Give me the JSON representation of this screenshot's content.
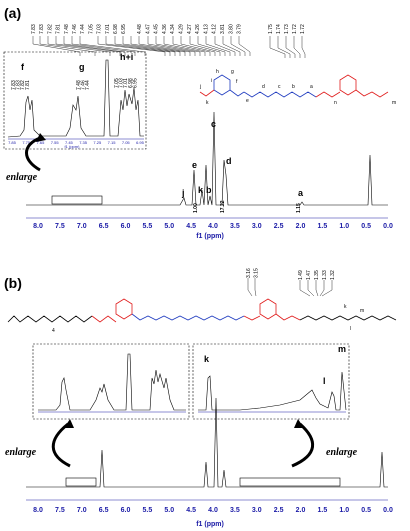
{
  "panel_a": {
    "tag": "(a)",
    "shift_group_1": [
      "7.83",
      "7.83",
      "7.82",
      "7.81",
      "7.48",
      "7.46",
      "7.44",
      "7.05",
      "7.03",
      "7.01",
      "6.98",
      "6.95"
    ],
    "shift_group_2": [
      "4.48",
      "4.47",
      "4.45",
      "4.36",
      "4.34",
      "4.29",
      "4.27",
      "4.26",
      "4.13",
      "4.12",
      "3.81",
      "3.80",
      "3.79"
    ],
    "shift_group_3": [
      "1.75",
      "1.74",
      "1.73",
      "1.72",
      "1.72"
    ],
    "inset_peaks": {
      "f": "f",
      "g": "g",
      "hi": "h+i"
    },
    "inset_f_shifts": [
      "7.83",
      "7.83",
      "7.82",
      "7.81"
    ],
    "inset_g_shifts": [
      "7.48",
      "7.46",
      "7.44"
    ],
    "inset_hi_shifts": [
      "7.05",
      "7.03",
      "7.01",
      "6.98",
      "6.95"
    ],
    "inset_axis_ticks": [
      "7.85",
      "7.75",
      "7.65",
      "7.55",
      "7.45",
      "7.35",
      "7.25",
      "7.15",
      "7.05",
      "6.95"
    ],
    "inset_axis_label": "f1 (ppm)",
    "main_peaks": {
      "j": "j",
      "e": "e",
      "k": "k",
      "b": "b",
      "c": "c",
      "d": "d",
      "a": "a"
    },
    "integrals": [
      "1.00",
      "17.22",
      "1.15"
    ],
    "structure_labels": [
      "h",
      "i",
      "g",
      "f",
      "j",
      "k",
      "e",
      "d",
      "c",
      "b",
      "a",
      "n",
      "m"
    ],
    "axis_ticks": [
      "8.0",
      "7.5",
      "7.0",
      "6.5",
      "6.0",
      "5.5",
      "5.0",
      "4.5",
      "4.0",
      "3.5",
      "3.0",
      "2.5",
      "2.0",
      "1.5",
      "1.0",
      "0.5",
      "0.0"
    ],
    "axis_label": "f1 (ppm)",
    "enlarge_label": "enlarge"
  },
  "panel_b": {
    "tag": "(b)",
    "shift_group_1": [
      "3.16",
      "3.15"
    ],
    "shift_group_2": [
      "1.49",
      "1.47",
      "1.35",
      "1.33",
      "1.32"
    ],
    "structure_labels": [
      "k",
      "m",
      "l",
      "4"
    ],
    "inset_right_peaks": {
      "k": "k",
      "l": "l",
      "m": "m"
    },
    "axis_ticks": [
      "8.0",
      "7.5",
      "7.0",
      "6.5",
      "6.0",
      "5.5",
      "5.0",
      "4.5",
      "4.0",
      "3.5",
      "3.0",
      "2.5",
      "2.0",
      "1.5",
      "1.0",
      "0.5",
      "0.0"
    ],
    "axis_label": "f1 (ppm)",
    "enlarge_left": "enlarge",
    "enlarge_right": "enlarge"
  },
  "colors": {
    "ink": "#000000",
    "axis": "#1a1aa6",
    "red": "#e01b1b",
    "blue": "#1f3bbf"
  }
}
